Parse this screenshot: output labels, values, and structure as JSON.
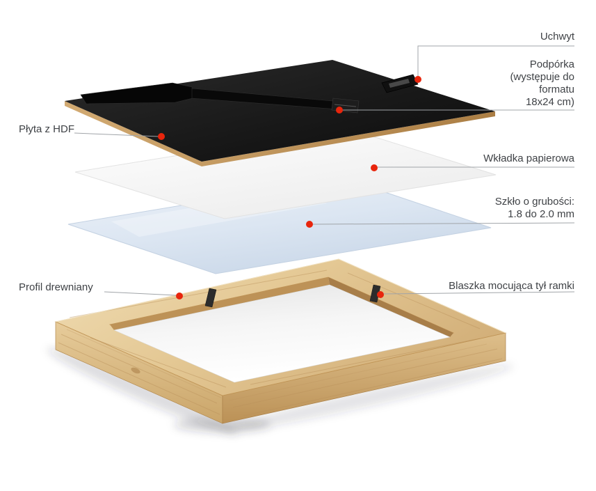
{
  "diagram": {
    "labels": {
      "uchwyt": "Uchwyt",
      "podporka": "Podpórka\n(występuje do\nformatu\n18x24 cm)",
      "plyta": "Płyta z HDF",
      "wkladka": "Wkładka papierowa",
      "szklo": "Szkło o grubości:\n1.8 do 2.0 mm",
      "profil": "Profil drewniany",
      "blaszka": "Blaszka mocująca tył ramki"
    },
    "colors": {
      "background": "#ffffff",
      "marker_red": "#e8250c",
      "leader_line": "#a0a4a8",
      "label_text": "#3f4246",
      "hdf_black": "#161616",
      "hdf_edge_tan": "#c49a62",
      "paper_white": "#ffffff",
      "glass_blue": "#dce6f2",
      "wood_light": "#f0ddb4",
      "wood_dark": "#bb9156"
    }
  }
}
